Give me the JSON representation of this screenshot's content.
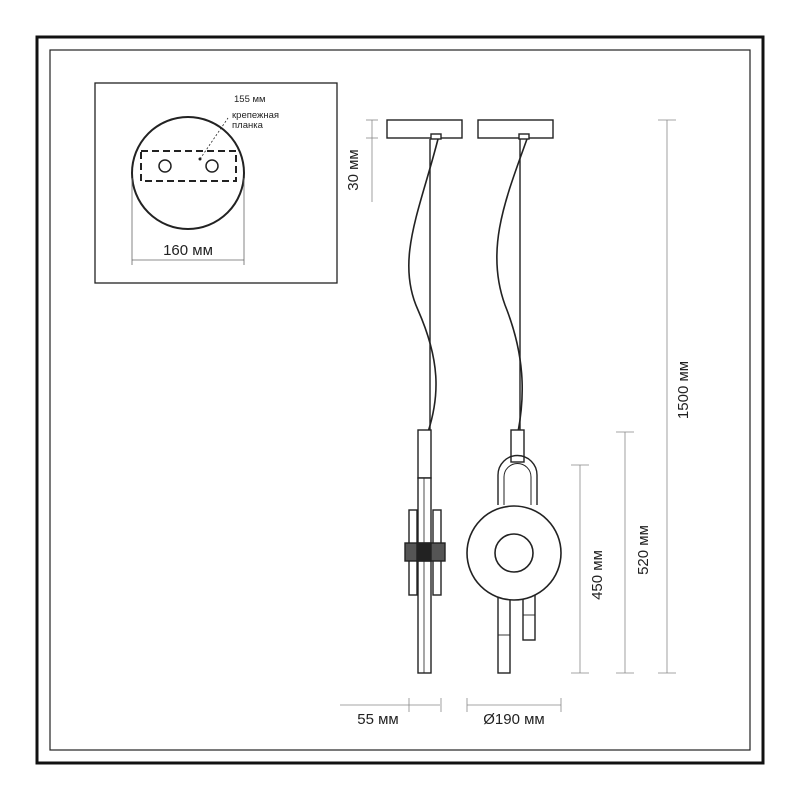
{
  "top_view": {
    "bar_length_label": "155 мм",
    "bar_name_label": "крепежная\nпланка",
    "diameter_label": "160 мм"
  },
  "dimensions": {
    "canopy_height": "30 мм",
    "depth": "55 мм",
    "diameter": "Ø190 мм",
    "total_height": "1500 мм",
    "body_height": "520 мм",
    "ring_frame_height": "450 мм"
  }
}
